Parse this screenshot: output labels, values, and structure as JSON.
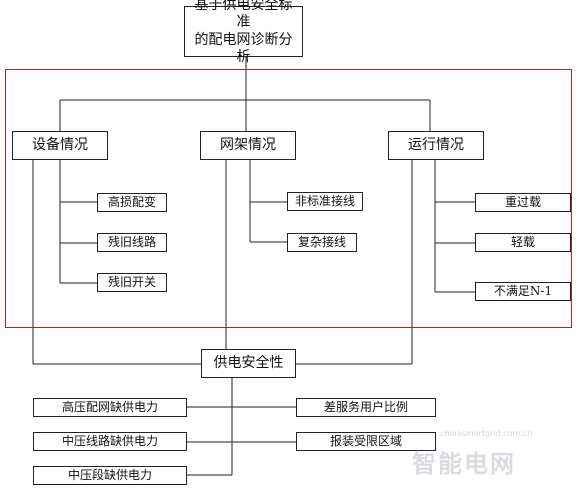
{
  "root": {
    "line1": "基于供电安全标准",
    "line2": "的配电网诊断分析"
  },
  "categories": {
    "equipment": "设备情况",
    "grid": "网架情况",
    "operation": "运行情况"
  },
  "equipment_items": [
    "高损配变",
    "残旧线路",
    "残旧开关"
  ],
  "grid_items": [
    "非标准接线",
    "复杂接线"
  ],
  "operation_items": [
    "重过载",
    "轻载",
    "不满足N-1"
  ],
  "security": "供电安全性",
  "security_left": [
    "高压配网缺供电力",
    "中压线路缺供电力",
    "中压段缺供电力"
  ],
  "security_right": [
    "差服务用户比例",
    "报装受限区域"
  ],
  "watermark": {
    "text": "智能电网",
    "sub": "chinasmartgrid.com.cn"
  }
}
